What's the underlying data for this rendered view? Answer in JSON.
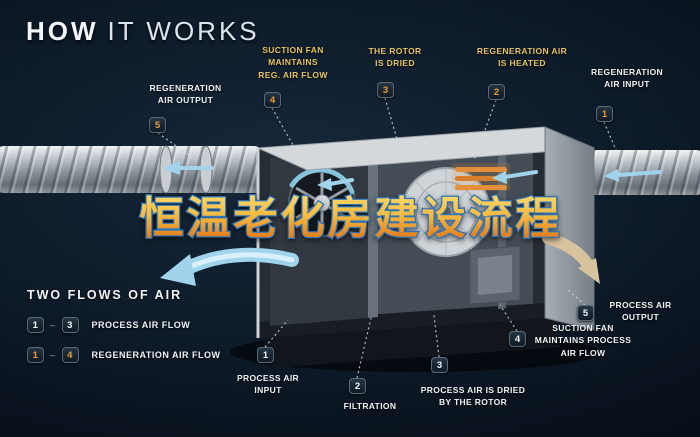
{
  "title": {
    "word1": "HOW",
    "word2": "IT WORKS"
  },
  "overlay_text": "恒温老化房建设流程",
  "callouts": [
    {
      "num": "5",
      "label": "REGENERATION\nAIR OUTPUT"
    },
    {
      "num": "4",
      "label": "SUCTION FAN\nMAINTAINS\nREG. AIR FLOW"
    },
    {
      "num": "3",
      "label": "THE ROTOR\nIS DRIED"
    },
    {
      "num": "2",
      "label": "REGENERATION AIR\nIS HEATED"
    },
    {
      "num": "1",
      "label": "REGENERATION\nAIR INPUT"
    },
    {
      "num": "1",
      "label": "PROCESS AIR\nINPUT"
    },
    {
      "num": "2",
      "label": "FILTRATION"
    },
    {
      "num": "3",
      "label": "PROCESS AIR IS DRIED\nBY THE ROTOR"
    },
    {
      "num": "4",
      "label": "SUCTION FAN\nMAINTAINS PROCESS\nAIR FLOW"
    },
    {
      "num": "5",
      "label": "PROCESS AIR\nOUTPUT"
    }
  ],
  "legend": {
    "heading": "TWO FLOWS OF AIR",
    "rows": [
      {
        "from": "1",
        "sep": "–",
        "to": "3",
        "label": "PROCESS AIR FLOW"
      },
      {
        "from": "1",
        "sep": "–",
        "to": "4",
        "label": "REGENERATION AIR FLOW"
      }
    ]
  },
  "colors": {
    "background": "#0d1a28",
    "accent_orange": "#f09c35",
    "label_yellow": "#e5c35e",
    "airflow_cyan": "#9fd4ec",
    "overlay_gradient_top": "#fcd96d",
    "overlay_gradient_bottom": "#e06e12",
    "overlay_outline": "#2f74b8"
  }
}
